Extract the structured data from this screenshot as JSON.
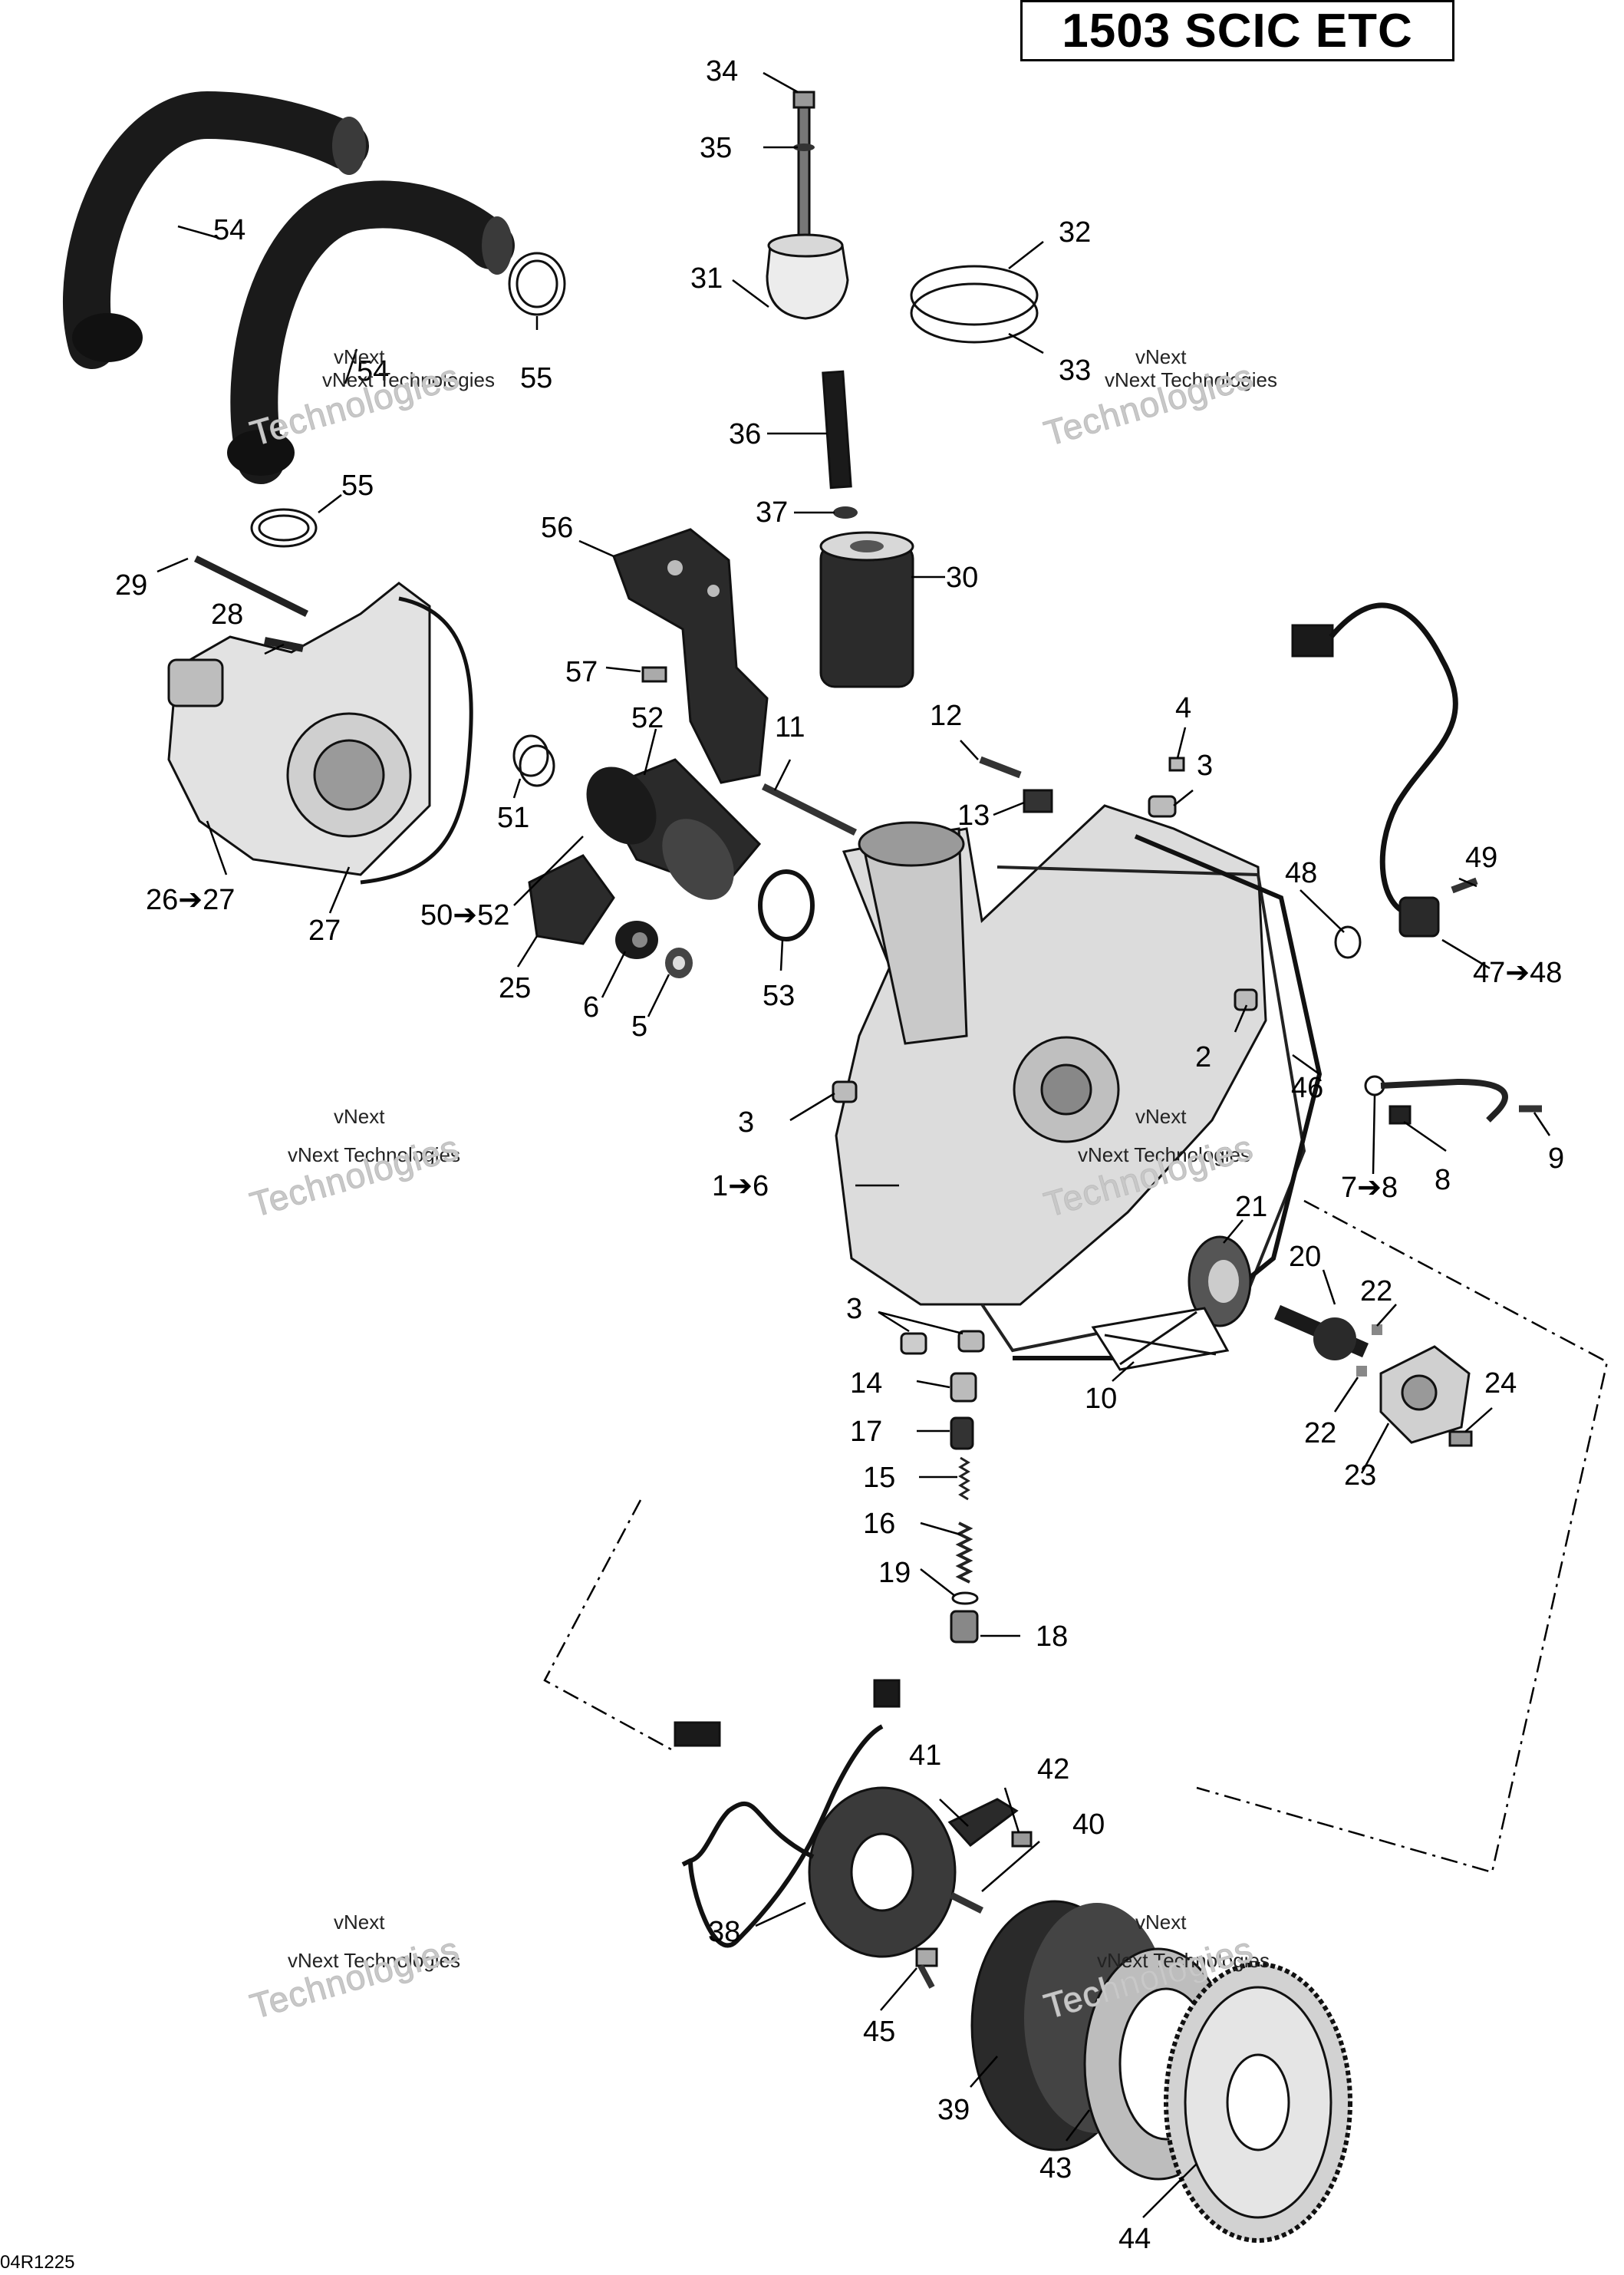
{
  "title": "1503 SCIC ETC",
  "figure_code": "04R1225",
  "watermark": {
    "line1": "vNext",
    "line2": "vNext Technologies",
    "line3": "Technologies"
  },
  "callouts": {
    "c1_6": "1➔6",
    "c2": "2",
    "c3a": "3",
    "c3b": "3",
    "c3c": "3",
    "c4": "4",
    "c5": "5",
    "c6": "6",
    "c7_8": "7➔8",
    "c8": "8",
    "c9": "9",
    "c10": "10",
    "c11": "11",
    "c12": "12",
    "c13": "13",
    "c14": "14",
    "c15": "15",
    "c16": "16",
    "c17": "17",
    "c18": "18",
    "c19": "19",
    "c20": "20",
    "c21": "21",
    "c22a": "22",
    "c22b": "22",
    "c23": "23",
    "c24": "24",
    "c25": "25",
    "c26_27": "26➔27",
    "c27": "27",
    "c28": "28",
    "c29": "29",
    "c30": "30",
    "c31": "31",
    "c32": "32",
    "c33": "33",
    "c34": "34",
    "c35": "35",
    "c36": "36",
    "c37": "37",
    "c38": "38",
    "c39": "39",
    "c40": "40",
    "c41": "41",
    "c42": "42",
    "c43": "43",
    "c44": "44",
    "c45": "45",
    "c46": "46",
    "c47_48": "47➔48",
    "c48": "48",
    "c49": "49",
    "c50_52": "50➔52",
    "c51": "51",
    "c52": "52",
    "c53": "53",
    "c54a": "54",
    "c54b": "54",
    "c55a": "55",
    "c55b": "55",
    "c56": "56",
    "c57": "57"
  }
}
